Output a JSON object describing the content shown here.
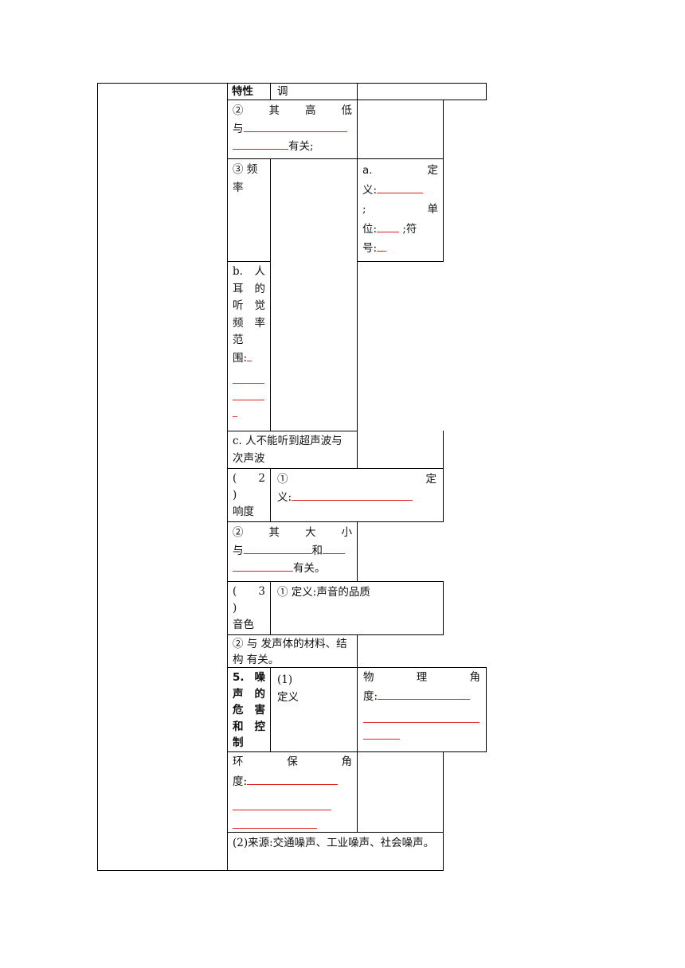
{
  "row1": {
    "characteristic": "特性",
    "pitch": "调"
  },
  "pitch_height": {
    "prefix": "②",
    "w1": "其",
    "w2": "高",
    "w3": "低",
    "lead": "与",
    "suffix": "有关;"
  },
  "frequency": {
    "label_a": "③",
    "label_b": "频",
    "label_c": "率",
    "def_a": "a.",
    "def_b": "定",
    "def_lead": "义:",
    "unit_sep": ";",
    "unit_b": "单",
    "unit_lead": "位:",
    "sym_sep": ";符",
    "sym_lead": "号:"
  },
  "hearing_range": {
    "lines": [
      "b. 人",
      "耳 的",
      "听 觉",
      "频 率",
      "范",
      "围:"
    ]
  },
  "ultrasound": {
    "text": "c. 人不能听到超声波与次声波"
  },
  "loudness": {
    "label_lines": [
      "( 2",
      ")",
      "响度"
    ],
    "def_prefix": "①",
    "def_word": "定",
    "def_lead": "义:"
  },
  "loudness_size": {
    "prefix": "②",
    "w1": "其",
    "w2": "大",
    "w3": "小",
    "lead": "与",
    "mid": "和",
    "suffix": "有关。"
  },
  "timbre": {
    "label_lines": [
      "( 3",
      ")",
      "音色"
    ],
    "def": "① 定义:声音的品质"
  },
  "timbre_factor": {
    "text": "② 与 发声体的材料、结构 有关。"
  },
  "noise": {
    "title_lines": [
      "5. 噪",
      "声 的",
      "危 害",
      "和 控",
      "制"
    ],
    "def_label_lines": [
      "(1)",
      "定义"
    ],
    "physics_a": "物",
    "physics_b": "理",
    "physics_c": "角",
    "physics_lead": "度:",
    "env_a": "环",
    "env_b": "保",
    "env_c": "角",
    "env_lead": "度:",
    "source": "(2)来源:交通噪声、工业噪声、社会噪声。"
  }
}
